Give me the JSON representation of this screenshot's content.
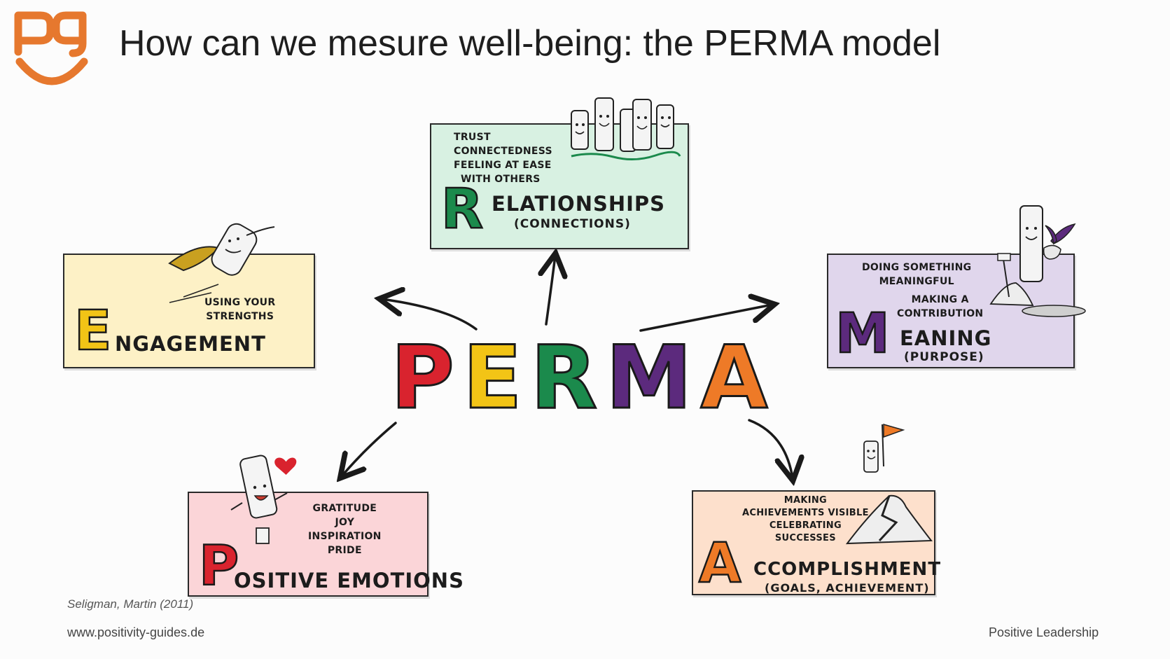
{
  "title": "How can we mesure well-being: the PERMA model",
  "colors": {
    "brand_orange": "#e6782e",
    "p_red": "#d9232e",
    "e_yellow": "#f2c416",
    "r_green": "#1b8a4c",
    "m_purple": "#5c2a7d",
    "a_orange": "#ee7a27",
    "engagement_bg": "#fdf1c6",
    "relationships_bg": "#d8f1e2",
    "meaning_bg": "#e0d6ec",
    "positive_bg": "#fbd5d8",
    "accomplishment_bg": "#fde0cc"
  },
  "center": {
    "letters": [
      {
        "char": "P",
        "color": "#d9232e"
      },
      {
        "char": "E",
        "color": "#f2c416"
      },
      {
        "char": "R",
        "color": "#1b8a4c"
      },
      {
        "char": "M",
        "color": "#5c2a7d"
      },
      {
        "char": "A",
        "color": "#ee7a27"
      }
    ]
  },
  "relationships": {
    "letter": "R",
    "word": "ELATIONSHIPS",
    "sub": "(CONNECTIONS)",
    "notes": [
      "Trust",
      "Connectedness",
      "Feeling at ease",
      "with others"
    ]
  },
  "engagement": {
    "letter": "E",
    "word": "NGAGEMENT",
    "notes": [
      "Using your",
      "strengths"
    ]
  },
  "meaning": {
    "letter": "M",
    "word": "EANING",
    "sub": "(PURPOSE)",
    "notes": [
      "Doing something",
      "meaningful",
      "Making a",
      "contribution"
    ]
  },
  "positive": {
    "letter": "P",
    "word": "OSITIVE EMOTIONS",
    "notes": [
      "Gratitude",
      "Joy",
      "Inspiration",
      "Pride"
    ]
  },
  "accomplishment": {
    "letter": "A",
    "word": "CCOMPLISHMENT",
    "sub": "(GOALS, ACHIEVEMENT)",
    "notes": [
      "Making",
      "achievements visible",
      "Celebrating",
      "successes"
    ]
  },
  "footer": {
    "citation": "Seligman, Martin (2011)",
    "website": "www.positivity-guides.de",
    "brand": "Positive Leadership"
  }
}
